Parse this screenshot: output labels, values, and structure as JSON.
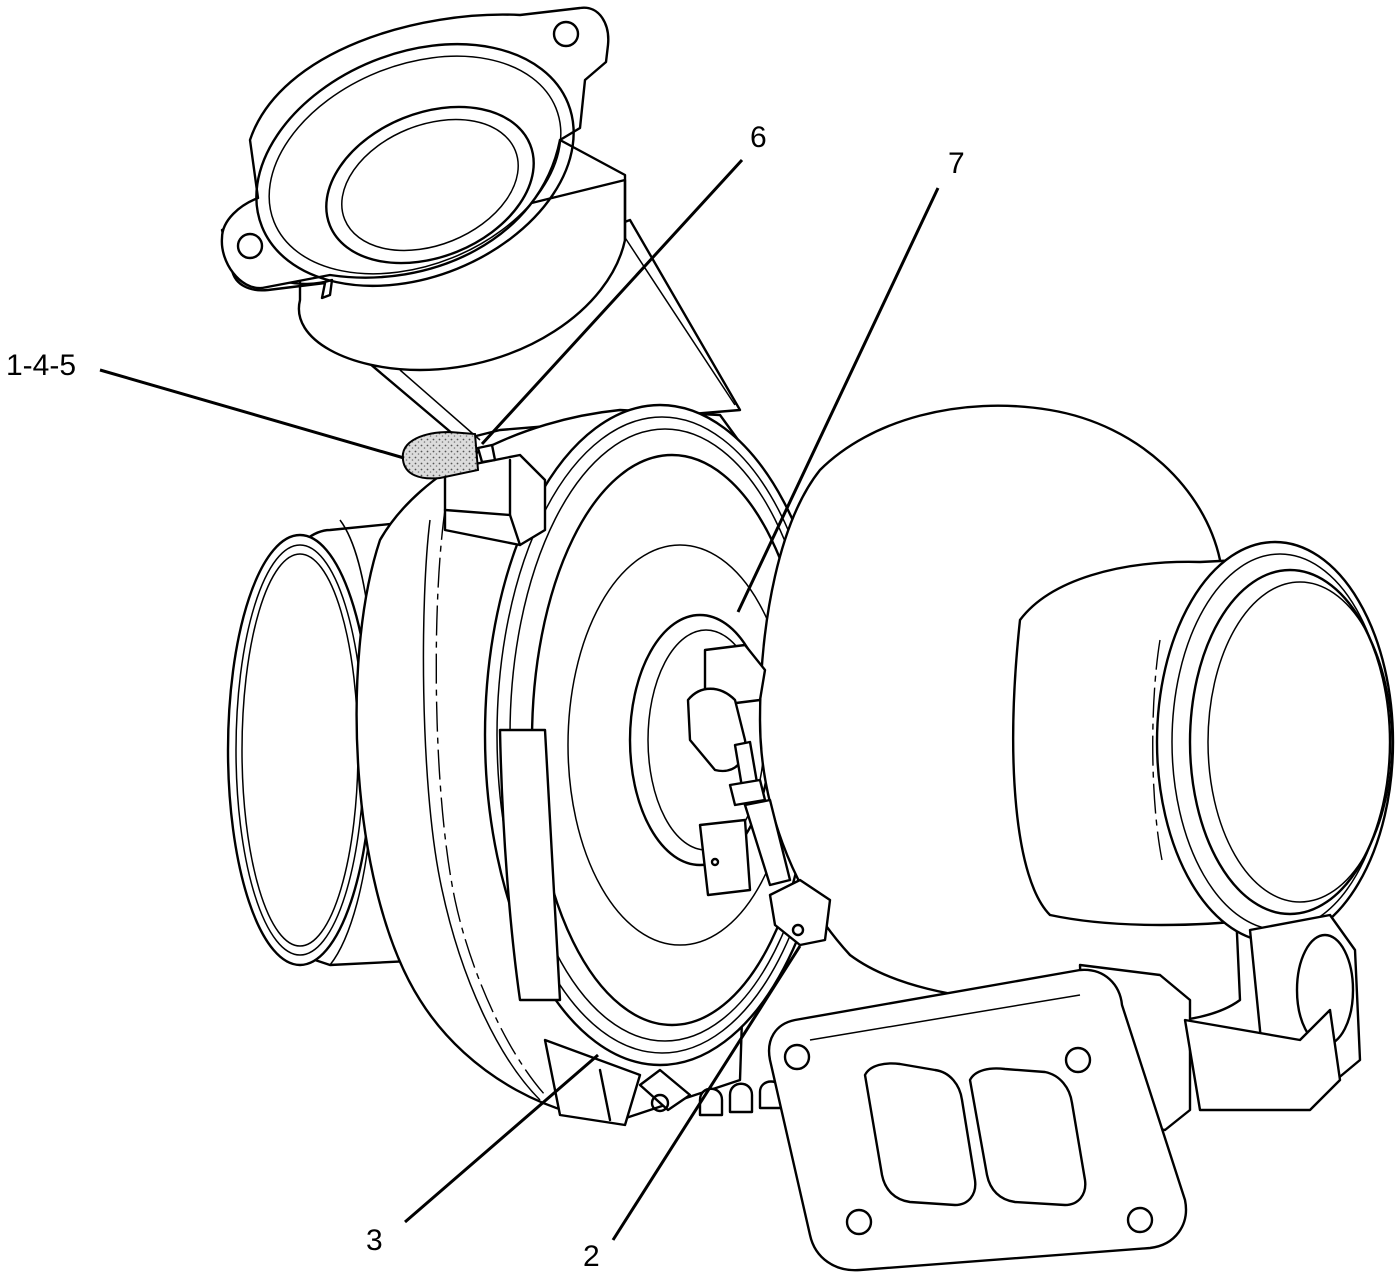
{
  "callouts": {
    "c145": "1-4-5",
    "c6": "6",
    "c7": "7",
    "c3": "3",
    "c2": "2"
  },
  "colors": {
    "line": "#000000",
    "background": "#ffffff",
    "seal_fill": "#bbbbbb"
  }
}
